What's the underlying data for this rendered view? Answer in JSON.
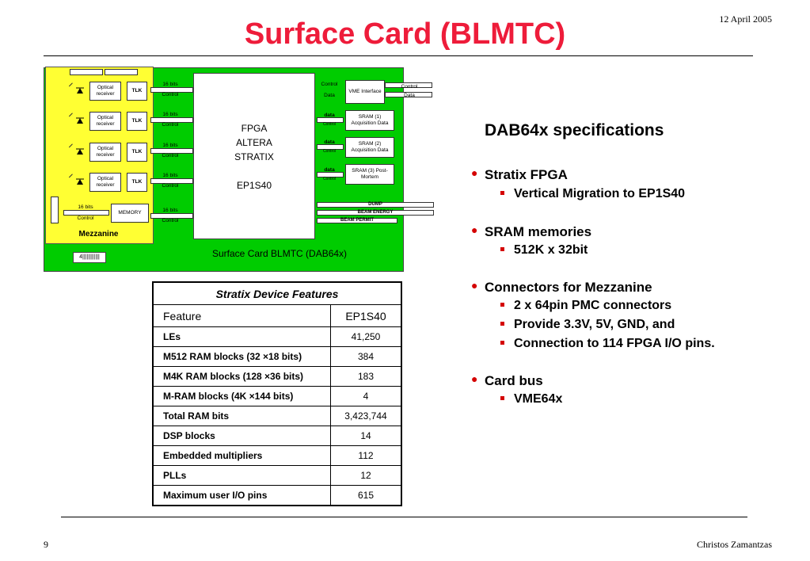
{
  "header": {
    "date": "12 April 2005",
    "title": "Surface Card (BLMTC)"
  },
  "footer": {
    "page": "9",
    "author": "Christos Zamantzas"
  },
  "diagram": {
    "caption": "Surface Card BLMTC (DAB64x)",
    "mezzanine_label": "Mezzanine",
    "fpga_lines": [
      "FPGA",
      "ALTERA",
      "STRATIX",
      "",
      "EP1S40"
    ],
    "optical_receiver": "Optical receiver",
    "tlk": "TLK",
    "bits16": "16 bits",
    "control": "Control",
    "data": "data",
    "data_cap": "Data",
    "control_cap": "Control",
    "memory": "MEMORY",
    "vme": "VME Interface",
    "sram1": "SRAM (1) Acquisition Data",
    "sram2": "SRAM (2) Acquisition Data",
    "sram3": "SRAM (3) Post-Mortem",
    "dump": "DUMP",
    "beam_energy": "BEAM ENERGY",
    "beam_permit": "BEAM PERMIT",
    "connector": "4||||||||||||"
  },
  "specs": {
    "title": "DAB64x specifications",
    "items": [
      {
        "label": "Stratix FPGA",
        "subs": [
          "Vertical Migration to EP1S40"
        ]
      },
      {
        "label": "SRAM memories",
        "subs": [
          "512K x 32bit"
        ]
      },
      {
        "label": "Connectors for Mezzanine",
        "subs": [
          "2 x 64pin PMC connectors",
          "Provide 3.3V, 5V, GND, and",
          "Connection to 114 FPGA I/O pins."
        ]
      },
      {
        "label": "Card bus",
        "subs": [
          "VME64x"
        ]
      }
    ]
  },
  "table": {
    "caption": "Stratix Device Features",
    "headers": [
      "Feature",
      "EP1S40"
    ],
    "rows": [
      [
        "LEs",
        "41,250"
      ],
      [
        "M512 RAM blocks (32 ×18 bits)",
        "384"
      ],
      [
        "M4K RAM blocks (128 ×36 bits)",
        "183"
      ],
      [
        "M-RAM blocks (4K ×144 bits)",
        "4"
      ],
      [
        "Total RAM bits",
        "3,423,744"
      ],
      [
        "DSP blocks",
        "14"
      ],
      [
        "Embedded multipliers",
        "112"
      ],
      [
        "PLLs",
        "12"
      ],
      [
        "Maximum user I/O pins",
        "615"
      ]
    ]
  }
}
